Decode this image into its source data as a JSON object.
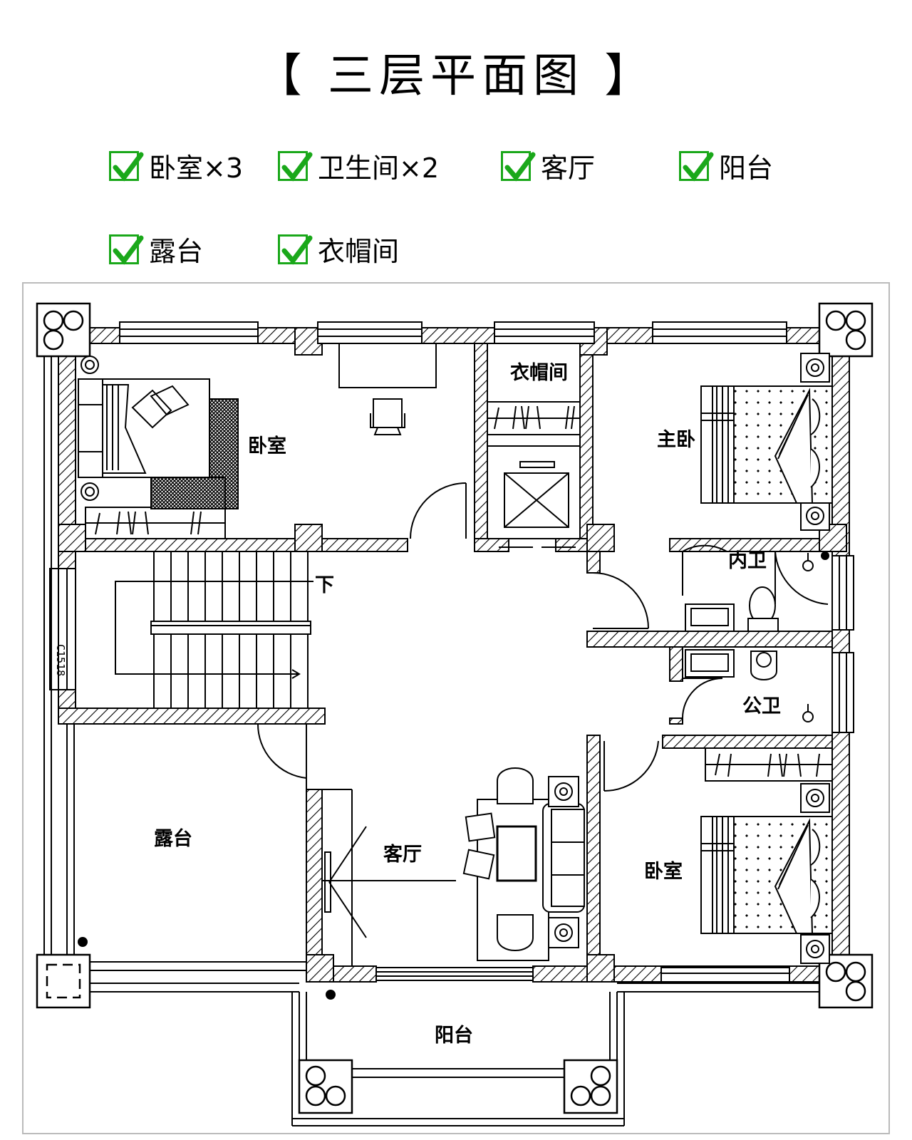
{
  "title": "【 三层平面图 】",
  "features": [
    "卧室×3",
    "卫生间×2",
    "客厅",
    "阳台",
    "露台",
    "衣帽间"
  ],
  "colors": {
    "check": "#1aa81a",
    "hatch": "#000000"
  },
  "rooms": {
    "bedroom_nw": "卧室",
    "closet": "衣帽间",
    "master": "主卧",
    "inner_bath": "内卫",
    "public_bath": "公卫",
    "terrace": "露台",
    "living": "客厅",
    "bedroom_se": "卧室",
    "balcony": "阳台",
    "stair_down": "下",
    "window_code": "C1518"
  }
}
